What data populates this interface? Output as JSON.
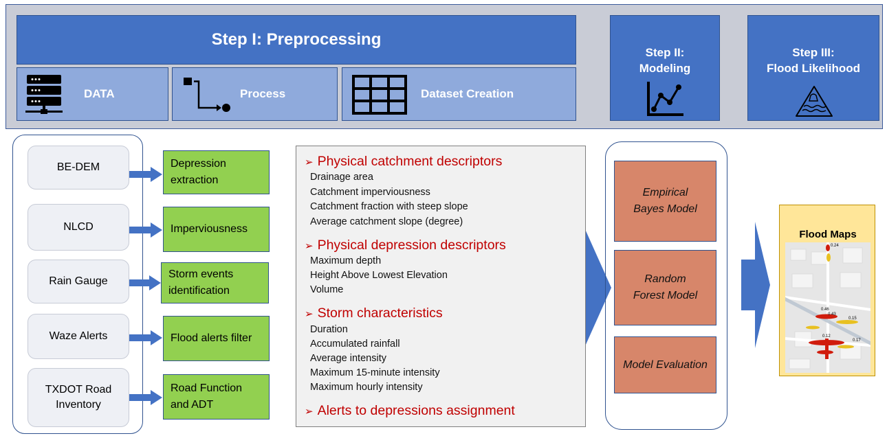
{
  "header": {
    "step1_title": "Step I: Preprocessing",
    "data_label": "DATA",
    "process_label": "Process",
    "dataset_label": "Dataset Creation",
    "step2_line1": "Step II:",
    "step2_line2": "Modeling",
    "step3_line1": "Step III:",
    "step3_line2": "Flood Likelihood"
  },
  "sources": [
    "BE-DEM",
    "NLCD",
    "Rain Gauge",
    "Waze Alerts",
    "TXDOT Road Inventory"
  ],
  "processes": [
    "Depression extraction",
    "Imperviousness",
    "Storm events identification",
    "Flood alerts filter",
    "Road Function and ADT"
  ],
  "descriptors": [
    {
      "heading": "Physical catchment descriptors",
      "items": [
        "Drainage area",
        "Catchment imperviousness",
        "Catchment fraction with steep slope",
        "Average catchment slope (degree)"
      ]
    },
    {
      "heading": "Physical depression descriptors",
      "items": [
        "Maximum depth",
        "Height Above Lowest Elevation",
        "Volume"
      ]
    },
    {
      "heading": "Storm characteristics",
      "items": [
        "Duration",
        "Accumulated rainfall",
        "Average intensity",
        "Maximum 15-minute intensity",
        "Maximum hourly intensity"
      ]
    },
    {
      "heading": "Alerts to depressions assignment",
      "items": []
    }
  ],
  "models": [
    "Empirical Bayes Model",
    "Random Forest Model",
    "Model Evaluation"
  ],
  "output": {
    "title": "Flood Maps",
    "map_labels": [
      "0.24",
      "0.46",
      "0.43",
      "0.15",
      "0.12",
      "0.17"
    ]
  },
  "colors": {
    "step_blue": "#4472c4",
    "sub_blue": "#8faadc",
    "process_green": "#92d050",
    "model_orange": "#d7866a",
    "heading_red": "#c00000",
    "output_yellow": "#ffe699"
  }
}
